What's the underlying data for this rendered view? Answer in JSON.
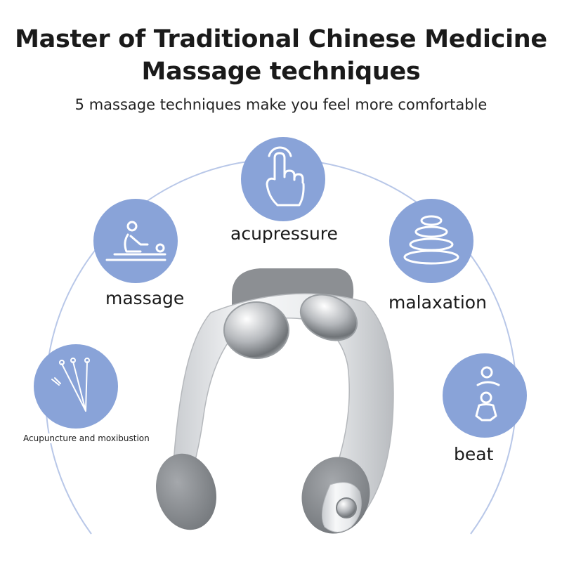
{
  "heading": {
    "line1": "Master of Traditional Chinese Medicine",
    "line2": "Massage techniques",
    "subtitle": "5 massage techniques make you feel more comfortable"
  },
  "techniques": [
    {
      "label": "acupressure",
      "icon": "finger-press-icon"
    },
    {
      "label": "massage",
      "icon": "massage-therapy-icon"
    },
    {
      "label": "malaxation",
      "icon": "stacked-stones-icon"
    },
    {
      "label": "Acupuncture and moxibustion",
      "icon": "acupuncture-needles-icon"
    },
    {
      "label": "beat",
      "icon": "child-care-icon"
    }
  ],
  "colors": {
    "accent": "#89a3d8",
    "arc": "#b8c7e8",
    "device_body": "#e4e6e9",
    "device_pad": "#8c8f93"
  }
}
